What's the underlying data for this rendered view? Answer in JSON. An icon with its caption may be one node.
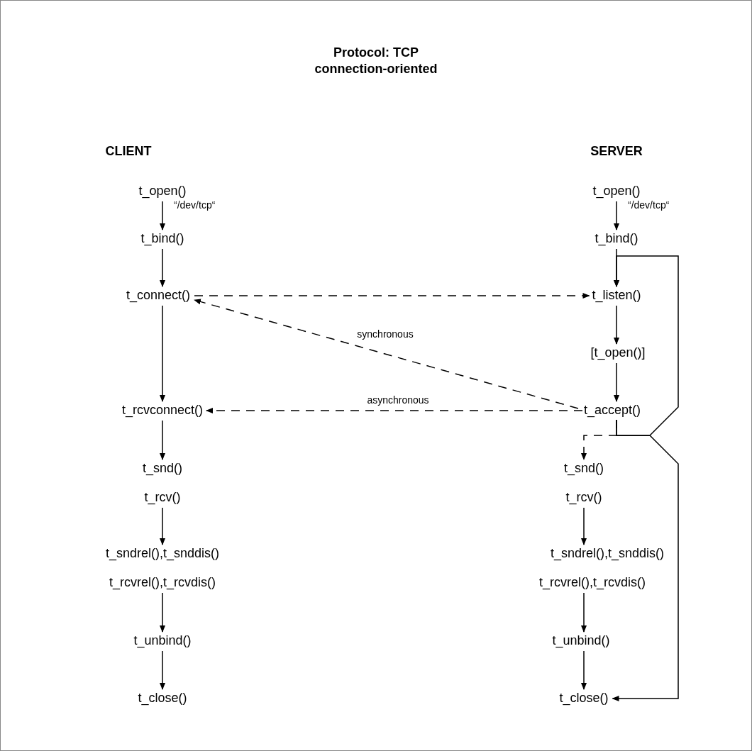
{
  "diagram": {
    "title": "Protocol: TCP connection-oriented",
    "nodes": [
      {
        "text": [
          "t_open()"
        ]
      },
      {
        "text": [
          "t_bind()"
        ]
      },
      {
        "text": [
          "t_connect()"
        ]
      },
      {
        "text": [
          "t_rcvconnect()"
        ]
      },
      {
        "text": [
          "t_snd()"
        ]
      },
      {
        "text": [
          "t_rcv()"
        ]
      },
      {
        "text": [
          "t_sndrel(),t_snddis()"
        ]
      },
      {
        "text": [
          "t_rcvrel(),t_rcvdis()"
        ]
      },
      {
        "text": [
          "t_unbind()"
        ]
      },
      {
        "text": [
          "t_close()"
        ]
      },
      {
        "text": [
          "t_open()"
        ]
      },
      {
        "text": [
          "t_bind()"
        ]
      },
      {
        "text": [
          "t_listen()"
        ]
      },
      {
        "text": [
          "[t_open()]"
        ]
      },
      {
        "text": [
          "t_accept()"
        ]
      },
      {
        "text": [
          "t_snd()"
        ]
      },
      {
        "text": [
          "t_rcv()"
        ]
      },
      {
        "text": [
          "t_sndrel(),t_snddis()"
        ]
      },
      {
        "text": [
          "t_rcvrel(),t_rcvdis()"
        ]
      },
      {
        "text": [
          "t_unbind()"
        ]
      },
      {
        "text": [
          "t_close()"
        ]
      }
    ],
    "edges": [
      {
        "from": 0,
        "to": 1,
        "arrow": "to",
        "label": "“/dev/tcp“"
      },
      {
        "from": 1,
        "to": 2,
        "arrow": "to"
      },
      {
        "from": 2,
        "to": 3,
        "arrow": "to"
      },
      {
        "from": 3,
        "to": 4,
        "arrow": "to"
      },
      {
        "from": 5,
        "to": 6,
        "arrow": "to"
      },
      {
        "from": 7,
        "to": 8,
        "arrow": "to"
      },
      {
        "from": 8,
        "to": 9,
        "arrow": "to"
      },
      {
        "from": 10,
        "to": 11,
        "arrow": "to",
        "label": "“/dev/tcp“"
      },
      {
        "from": 11,
        "to": 12,
        "arrow": "to"
      },
      {
        "from": 12,
        "to": 13,
        "arrow": "to"
      },
      {
        "from": 13,
        "to": 14,
        "arrow": "to"
      },
      {
        "from": 2,
        "to": 12,
        "arrow": "to",
        "style": "dashed"
      },
      {
        "from": 14,
        "to": 2,
        "arrow": "to",
        "style": "dashed",
        "label": "synchronous"
      },
      {
        "from": 14,
        "to": 3,
        "arrow": "to",
        "style": "dashed",
        "label": "asynchronous"
      },
      {
        "from": 14,
        "to": 15,
        "arrow": "to",
        "style": "dashed"
      },
      {
        "from": 14,
        "to": 12,
        "arrow": "to"
      },
      {
        "from": 14,
        "to": 20,
        "arrow": "to"
      },
      {
        "from": 16,
        "to": 17,
        "arrow": "to"
      },
      {
        "from": 18,
        "to": 19,
        "arrow": "to"
      },
      {
        "from": 19,
        "to": 20,
        "arrow": "to"
      }
    ],
    "labels": [
      "CLIENT",
      "SERVER"
    ]
  }
}
